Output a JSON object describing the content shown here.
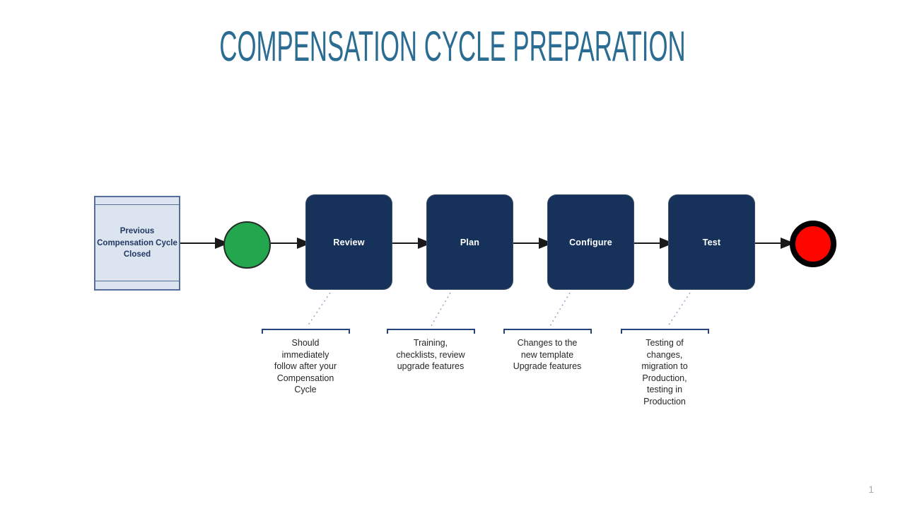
{
  "slide": {
    "title": "COMPENSATION CYCLE PREPARATION",
    "page_number": "1"
  },
  "flow": {
    "start_label": "Previous\nCompensation Cycle\nClosed",
    "start_node": "green-start-circle",
    "end_node": "red-end-circle",
    "steps": [
      {
        "label": "Review",
        "note": "Should\nimmediately\nfollow after your\nCompensation\nCycle"
      },
      {
        "label": "Plan",
        "note": "Training,\nchecklists, review\nupgrade features"
      },
      {
        "label": "Configure",
        "note": "Changes to the\nnew template\nUpgrade features"
      },
      {
        "label": "Test",
        "note": "Testing of\nchanges,\nmigration to\nProduction,\ntesting in\nProduction"
      }
    ]
  },
  "colors": {
    "title": "#2A6C92",
    "navy": "#16325B",
    "green": "#22A64E",
    "red": "#FE0600",
    "lightbox": "#DCE4EF",
    "boxBorder": "#54709A",
    "boxText": "#1F3864",
    "bracket": "#24437A",
    "dotted": "#93A9C7",
    "noteText": "#262626",
    "pageNum": "#ABABAB"
  }
}
